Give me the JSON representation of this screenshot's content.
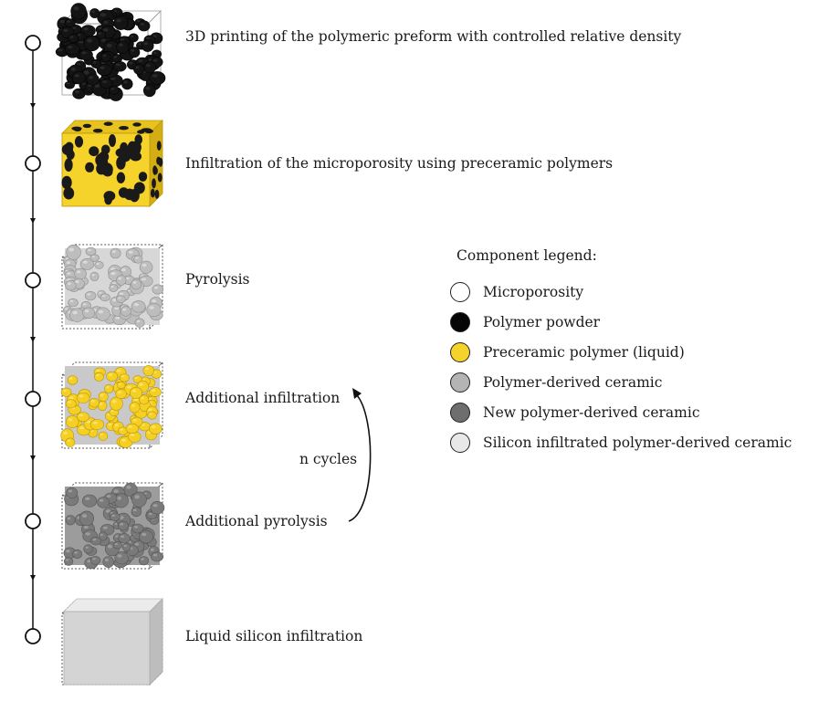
{
  "steps": [
    {
      "label": "3D printing of the polymeric preform with controlled relative density",
      "icon": "black-powder-cube-icon"
    },
    {
      "label": "Infiltration of the microporosity using preceramic polymers",
      "icon": "yellow-infiltrated-cube-icon"
    },
    {
      "label": "Pyrolysis",
      "icon": "light-gray-porous-cube-icon"
    },
    {
      "label": "Additional infiltration",
      "icon": "yellow-spheres-cube-icon"
    },
    {
      "label": "Additional pyrolysis",
      "icon": "dark-gray-porous-cube-icon"
    },
    {
      "label": "Liquid silicon infiltration",
      "icon": "solid-gray-cube-icon"
    }
  ],
  "cycle": {
    "label": "n cycles"
  },
  "legend": {
    "title": "Component legend:",
    "items": [
      {
        "label": "Microporosity",
        "color": "#ffffff"
      },
      {
        "label": "Polymer powder",
        "color": "#050505"
      },
      {
        "label": "Preceramic polymer (liquid)",
        "color": "#f6d32a"
      },
      {
        "label": "Polymer-derived  ceramic",
        "color": "#b4b4b4"
      },
      {
        "label": "New polymer-derived ceramic",
        "color": "#6e6e6e"
      },
      {
        "label": "Silicon infiltrated polymer-derived ceramic",
        "color": "#e8e8e8"
      }
    ]
  }
}
